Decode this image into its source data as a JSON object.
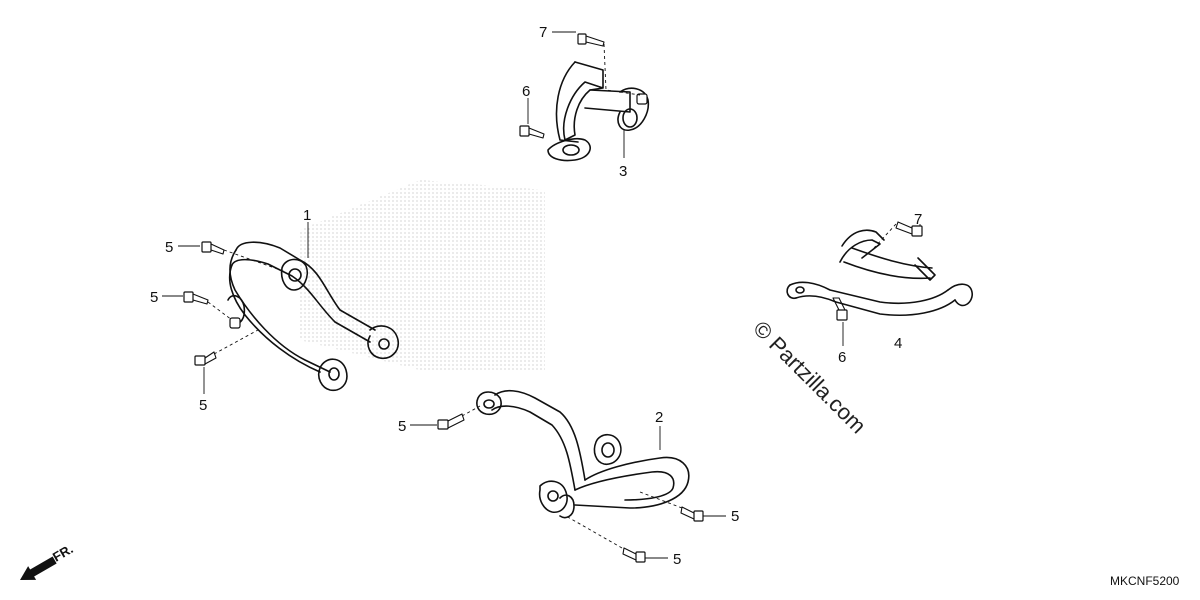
{
  "diagram": {
    "code": "MKCNF5200",
    "direction_label": "FR.",
    "watermark": "© Partzilla.com",
    "callouts": {
      "c1": "1",
      "c2": "2",
      "c3": "3",
      "c4": "4",
      "c5a": "5",
      "c5b": "5",
      "c5c": "5",
      "c5d": "5",
      "c5e": "5",
      "c5f": "5",
      "c6a": "6",
      "c6b": "6",
      "c7a": "7",
      "c7b": "7"
    }
  }
}
